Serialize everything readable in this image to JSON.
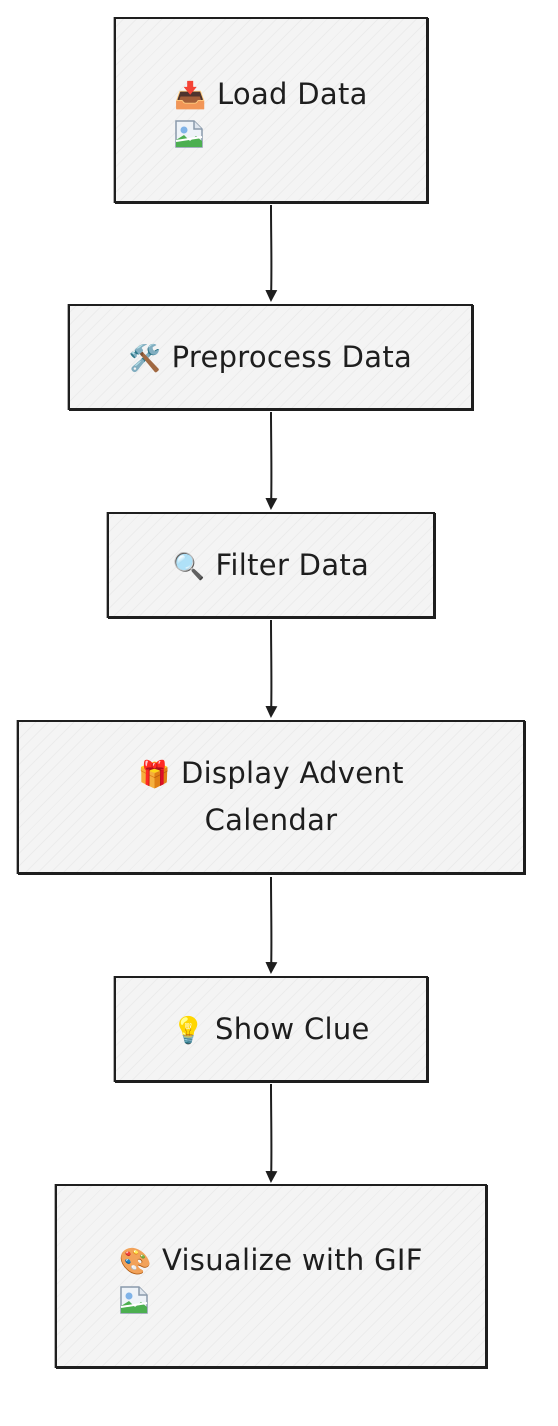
{
  "nodes": [
    {
      "id": "load",
      "emoji": "📥",
      "label": "Load Data",
      "has_image": true
    },
    {
      "id": "preprocess",
      "emoji": "🛠️",
      "label": "Preprocess Data",
      "has_image": false
    },
    {
      "id": "filter",
      "emoji": "🔍",
      "label": "Filter Data",
      "has_image": false
    },
    {
      "id": "display",
      "emoji": "🎁",
      "label_line1": "Display Advent",
      "label_line2": "Calendar",
      "has_image": false
    },
    {
      "id": "clue",
      "emoji": "💡",
      "label": "Show Clue",
      "has_image": false
    },
    {
      "id": "visualize",
      "emoji": "🎨",
      "label": "Visualize with GIF",
      "has_image": true
    }
  ],
  "edges": [
    {
      "from": "load",
      "to": "preprocess"
    },
    {
      "from": "preprocess",
      "to": "filter"
    },
    {
      "from": "filter",
      "to": "display"
    },
    {
      "from": "display",
      "to": "clue"
    },
    {
      "from": "clue",
      "to": "visualize"
    }
  ]
}
